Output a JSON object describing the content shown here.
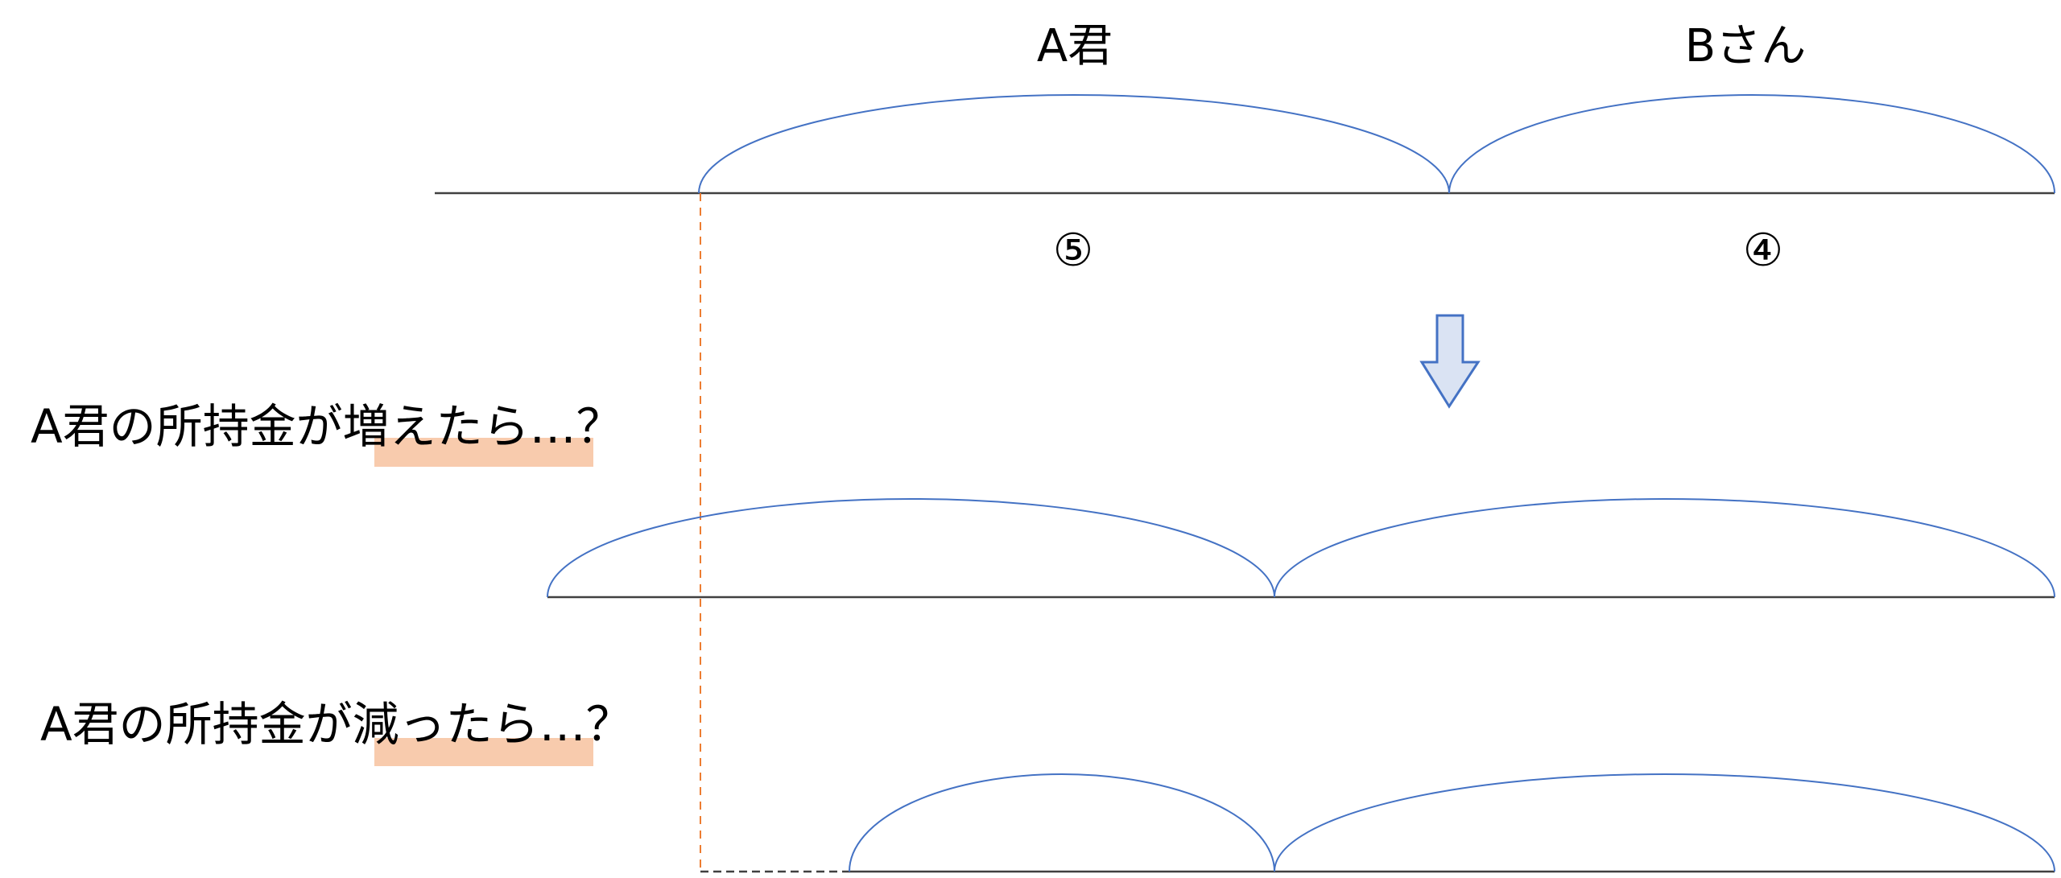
{
  "top": {
    "label_a": "A君",
    "label_b": "Bさん",
    "ratio_a": "⑤",
    "ratio_b": "④"
  },
  "questions": {
    "increase": "A君の所持金が増えたら…？",
    "decrease": "A君の所持金が減ったら…？"
  },
  "colors": {
    "brace": "#4472c4",
    "arrow_fill": "#dae3f3",
    "highlight": "#f8cbad",
    "guide": "#ed7d31"
  }
}
